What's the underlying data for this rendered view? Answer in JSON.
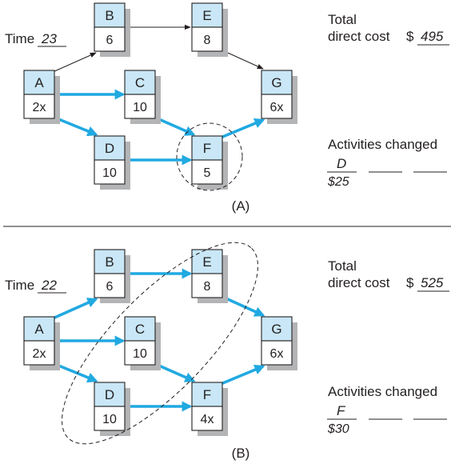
{
  "panels": [
    {
      "id": "A",
      "caption": "(A)",
      "time_label": "Time",
      "time_value": "23",
      "cost_label_line1": "Total",
      "cost_label_line2": "direct cost",
      "cost_currency": "$",
      "cost_value": "495",
      "activities_label": "Activities changed",
      "changed_activity": "D",
      "changed_cost": "$25",
      "nodes": [
        {
          "id": "A",
          "duration": "2x"
        },
        {
          "id": "B",
          "duration": "6"
        },
        {
          "id": "C",
          "duration": "10"
        },
        {
          "id": "D",
          "duration": "10"
        },
        {
          "id": "E",
          "duration": "8"
        },
        {
          "id": "F",
          "duration": "5"
        },
        {
          "id": "G",
          "duration": "6x"
        }
      ],
      "edges": [
        {
          "from": "A",
          "to": "B",
          "critical": false
        },
        {
          "from": "A",
          "to": "C",
          "critical": true
        },
        {
          "from": "A",
          "to": "D",
          "critical": true
        },
        {
          "from": "B",
          "to": "E",
          "critical": false
        },
        {
          "from": "C",
          "to": "F",
          "critical": true
        },
        {
          "from": "D",
          "to": "F",
          "critical": true
        },
        {
          "from": "E",
          "to": "G",
          "critical": false
        },
        {
          "from": "F",
          "to": "G",
          "critical": true
        }
      ],
      "circled_cut": [
        "F"
      ]
    },
    {
      "id": "B",
      "caption": "(B)",
      "time_label": "Time",
      "time_value": "22",
      "cost_label_line1": "Total",
      "cost_label_line2": "direct cost",
      "cost_currency": "$",
      "cost_value": "525",
      "activities_label": "Activities changed",
      "changed_activity": "F",
      "changed_cost": "$30",
      "nodes": [
        {
          "id": "A",
          "duration": "2x"
        },
        {
          "id": "B",
          "duration": "6"
        },
        {
          "id": "C",
          "duration": "10"
        },
        {
          "id": "D",
          "duration": "10"
        },
        {
          "id": "E",
          "duration": "8"
        },
        {
          "id": "F",
          "duration": "4x"
        },
        {
          "id": "G",
          "duration": "6x"
        }
      ],
      "edges": [
        {
          "from": "A",
          "to": "B",
          "critical": true
        },
        {
          "from": "A",
          "to": "C",
          "critical": true
        },
        {
          "from": "A",
          "to": "D",
          "critical": true
        },
        {
          "from": "B",
          "to": "E",
          "critical": true
        },
        {
          "from": "C",
          "to": "F",
          "critical": true
        },
        {
          "from": "D",
          "to": "F",
          "critical": true
        },
        {
          "from": "E",
          "to": "G",
          "critical": true
        },
        {
          "from": "F",
          "to": "G",
          "critical": true
        }
      ],
      "circled_cut": [
        "E",
        "C",
        "D"
      ]
    }
  ],
  "colors": {
    "node_header": "#c9e7f6",
    "critical_arrow": "#21a9e1",
    "shadow": "#b3b4b6",
    "ink": "#231f20"
  }
}
